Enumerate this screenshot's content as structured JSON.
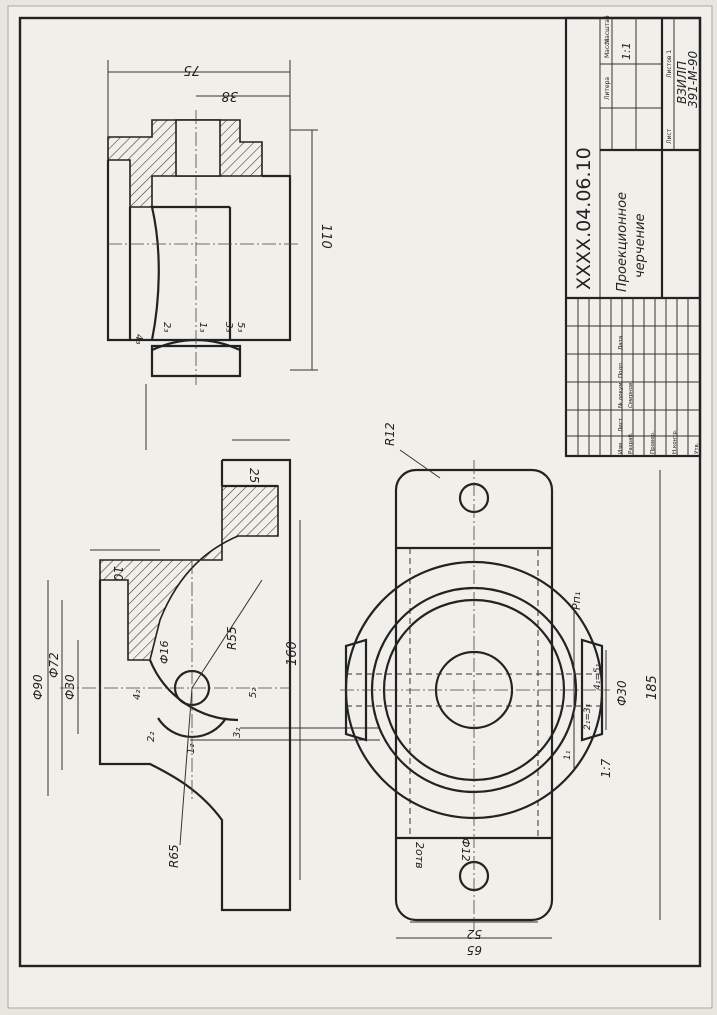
{
  "title_block": {
    "designation": "XXXX.04.06.10",
    "name_line1": "Проекционное",
    "name_line2": "черчение",
    "org_line1": "ВЗИЛП",
    "org_line2": "391-М-90",
    "scale": "1:1",
    "col_lit": "Литера",
    "col_mass": "Масса",
    "col_scale": "Масштаб",
    "col_sheet": "Лист",
    "col_sheets": "Листов 1",
    "row_change": "Изм",
    "row_sheet": "Лист",
    "row_doc": "№ докум.",
    "row_sign": "Подп.",
    "row_date": "Дата",
    "role_dev": "Разраб.",
    "role_dev_name": "Смирнов",
    "role_check": "Провер.",
    "role_norm": "Н.контр.",
    "role_appr": "Утв."
  },
  "dimensions": {
    "d75": "75",
    "d38": "38",
    "d110": "110",
    "d25": "25",
    "d10": "10",
    "d90": "Ф90",
    "d72": "Ф72",
    "d30a": "Ф30",
    "d16": "Ф16",
    "r55": "R55",
    "d160": "160",
    "r65": "R65",
    "r12": "R12",
    "d185": "185",
    "d30b": "Ф30",
    "d12": "Ф12",
    "holes": "2отв",
    "d52": "52",
    "d65": "65",
    "ratio": "1:7"
  },
  "points": {
    "p4_3": "4₃",
    "p2_3": "2₃",
    "p1_3": "1₃",
    "p3_3": "3₃",
    "p5_3": "5₃",
    "p4_2": "4₂",
    "p2_2": "2₂",
    "p1_2": "1₂",
    "p3_2": "3₂",
    "p5_2": "5₂",
    "p1_1": "1₁",
    "p2_1": "2₁=3₁",
    "p4_1": "4₁=5₁",
    "plane": "Pп₁"
  }
}
